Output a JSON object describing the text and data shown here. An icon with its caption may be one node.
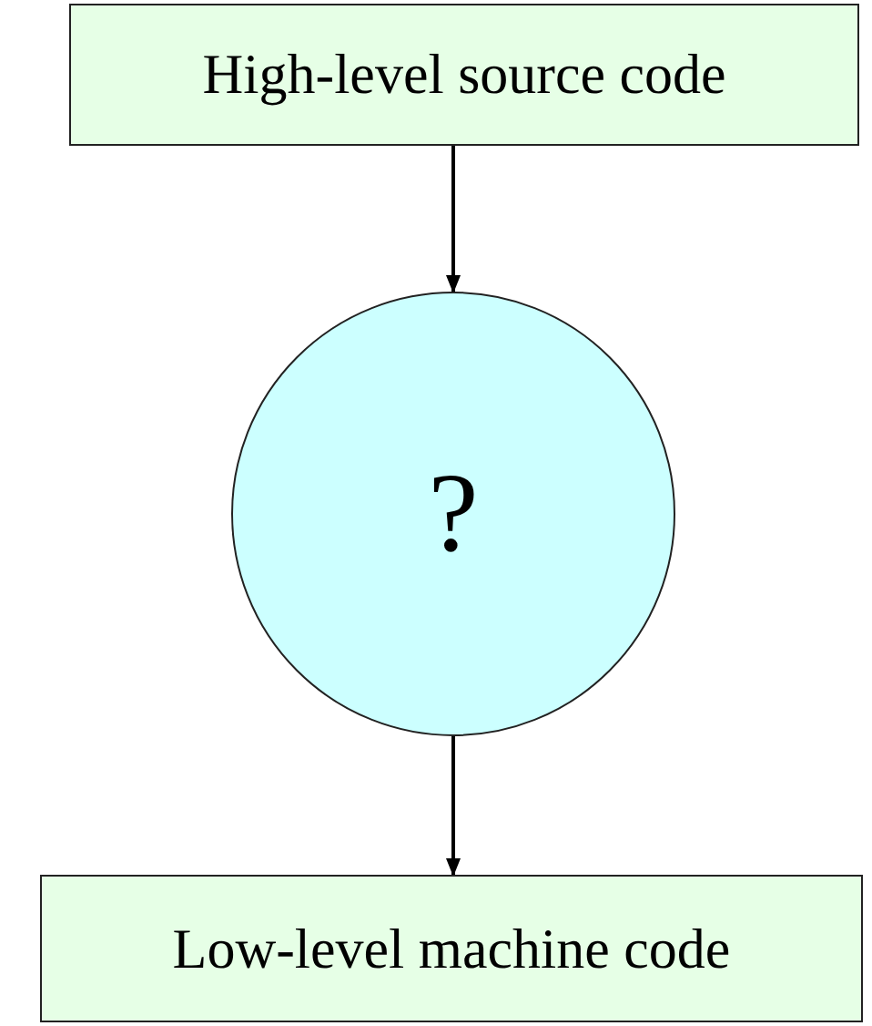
{
  "diagram": {
    "nodes": [
      {
        "text": [
          "High-level source code"
        ]
      },
      {
        "text": [
          "?"
        ]
      },
      {
        "text": [
          "Low-level machine code"
        ]
      }
    ],
    "edges": [
      {
        "from": 0,
        "to": 1,
        "arrow": "to"
      },
      {
        "from": 1,
        "to": 2,
        "arrow": "to"
      }
    ]
  }
}
